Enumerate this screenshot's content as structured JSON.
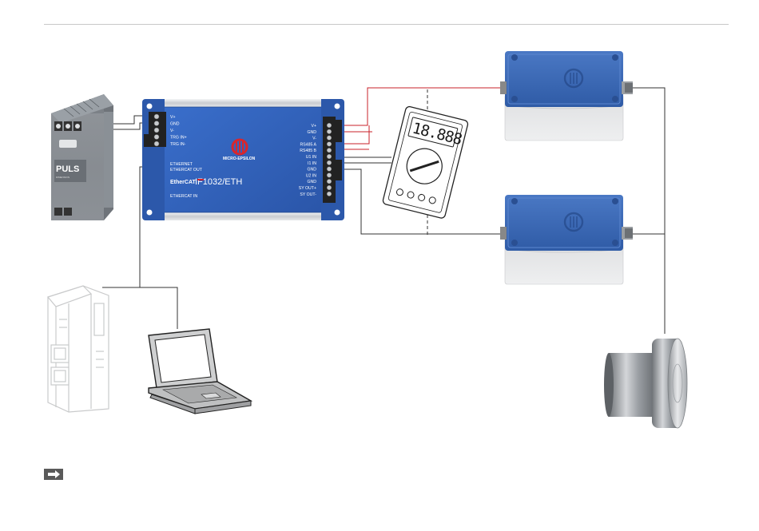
{
  "controller": {
    "model": "IF1032/ETH",
    "brand": "MICRO-EPSILON",
    "ethercat_logo": "EtherCAT",
    "left_terminals": [
      "V+",
      "GND",
      "V-",
      "TRG IN+",
      "TRG IN-"
    ],
    "left_ports": [
      "ETHERNET",
      "ETHERCAT OUT",
      "ETHERCAT IN"
    ],
    "right_terminals": [
      "V+",
      "GND",
      "V-",
      "RS485 A",
      "RS485 B",
      "U1 IN",
      "I1 IN",
      "GND",
      "U2 IN",
      "GND",
      "SY OUT+",
      "SY OUT-"
    ]
  },
  "power_supply": {
    "brand": "PULS"
  },
  "multimeter": {
    "display": "18.888"
  },
  "sensor_logo": "micro-epsilon-logo",
  "icons": [
    "arrow-right-icon"
  ],
  "colors": {
    "housing_blue": "#2f5fb8",
    "sensor_blue": "#3a68b4",
    "signal_red": "#c8202a",
    "wire_dark": "#333333"
  }
}
